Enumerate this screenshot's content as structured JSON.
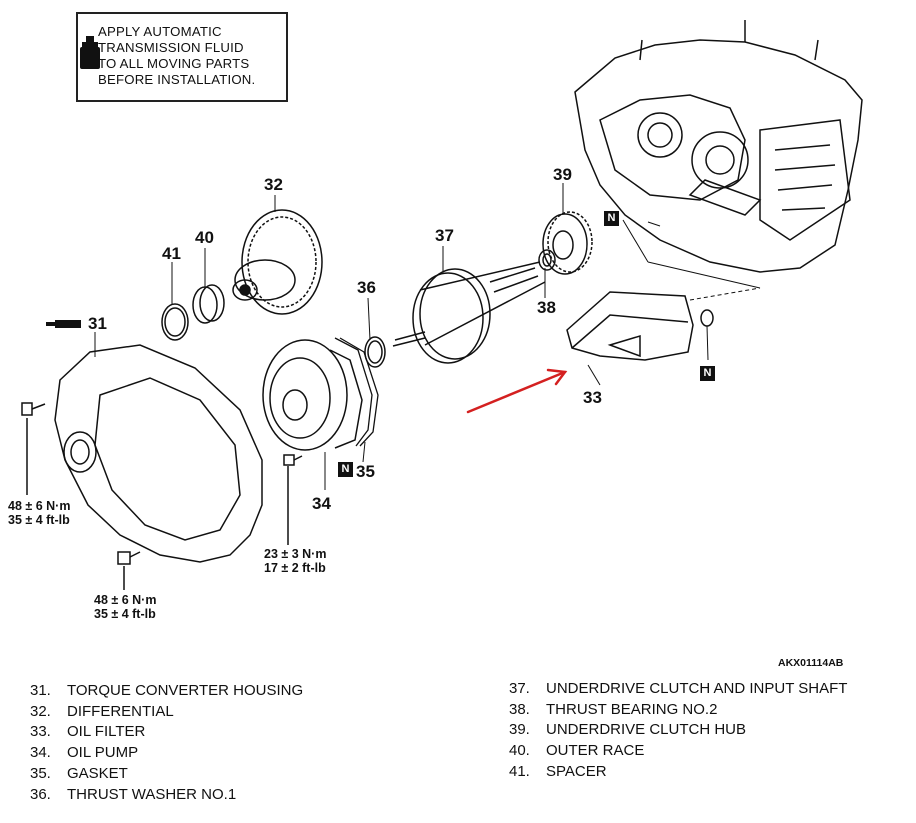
{
  "notice": {
    "lines": [
      "APPLY AUTOMATIC",
      "TRANSMISSION FLUID",
      "TO ALL MOVING PARTS",
      "BEFORE INSTALLATION."
    ],
    "icon": "fluid-bottle-icon"
  },
  "callouts": {
    "c31": "31",
    "c32": "32",
    "c33": "33",
    "c34": "34",
    "c35": "35",
    "c36": "36",
    "c37": "37",
    "c38": "38",
    "c39": "39",
    "c40": "40",
    "c41": "41"
  },
  "n_badge": "N",
  "torque": {
    "left": [
      "48 ± 6 N·m",
      "35 ± 4 ft-lb"
    ],
    "bottom": [
      "48 ± 6 N·m",
      "35 ± 4 ft-lb"
    ],
    "pump": [
      "23 ± 3 N·m",
      "17 ± 2 ft-lb"
    ]
  },
  "ref_code": "AKX01114AB",
  "legend_left": [
    {
      "num": "31.",
      "label": "TORQUE CONVERTER HOUSING"
    },
    {
      "num": "32.",
      "label": "DIFFERENTIAL"
    },
    {
      "num": "33.",
      "label": "OIL FILTER"
    },
    {
      "num": "34.",
      "label": "OIL PUMP"
    },
    {
      "num": "35.",
      "label": "GASKET"
    },
    {
      "num": "36.",
      "label": "THRUST WASHER NO.1"
    }
  ],
  "legend_right": [
    {
      "num": "37.",
      "label": "UNDERDRIVE CLUTCH AND INPUT SHAFT"
    },
    {
      "num": "38.",
      "label": "THRUST BEARING NO.2"
    },
    {
      "num": "39.",
      "label": "UNDERDRIVE CLUTCH HUB"
    },
    {
      "num": "40.",
      "label": "OUTER RACE"
    },
    {
      "num": "41.",
      "label": "SPACER"
    }
  ],
  "colors": {
    "ink": "#111111",
    "annotation_arrow": "#d42020",
    "background": "#ffffff"
  }
}
